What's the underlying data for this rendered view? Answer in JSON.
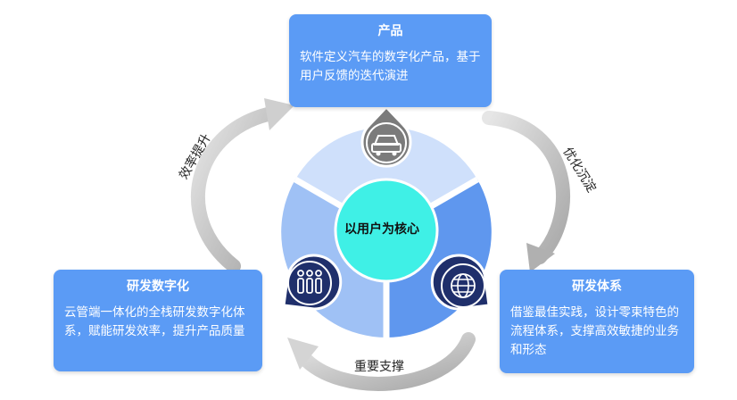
{
  "center": {
    "label": "以用户为核心"
  },
  "boxes": {
    "product": {
      "title": "产品",
      "desc": "软件定义汽车的数字化产品，基于用户反馈的迭代演进"
    },
    "digital": {
      "title": "研发数字化",
      "desc": "云管端一体化的全栈研发数字化体系，赋能研发效率，提升产品质量"
    },
    "system": {
      "title": "研发体系",
      "desc": "借鉴最佳实践，设计零束特色的流程体系，支撑高效敏捷的业务和形态"
    }
  },
  "arrows": {
    "efficiency": "效率提升",
    "optimize": "优化沉淀",
    "support": "重要支撑"
  },
  "icons": [
    "car-icon",
    "people-icon",
    "globe-icon"
  ],
  "colors": {
    "box": "#5b9bf5",
    "segment_top": "#cfe0fb",
    "segment_left": "#9fc1f5",
    "segment_right": "#5f97ee",
    "center": "#3ff0e6",
    "icon_dark": "#1f2f6b",
    "icon_gray": "#7b7b7b",
    "arrow": "#bdbdbd"
  }
}
